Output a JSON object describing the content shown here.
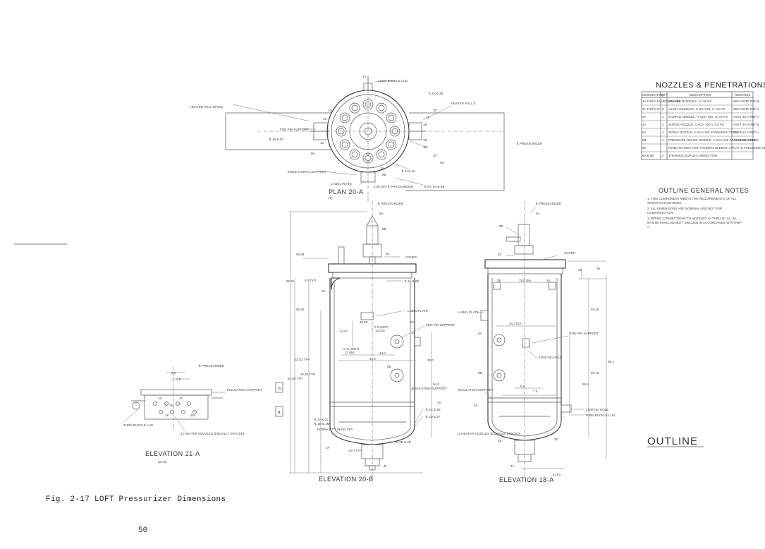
{
  "caption": "Fig. 2-17 LOFT Pressurizer Dimensions",
  "page_number": "50",
  "plan_view": {
    "title": "PLAN 20-A",
    "sub": "(2)",
    "labels": {
      "turn_buckle_lug": "TURN BUCKLE LUG",
      "heater_pull_space_left": "HEATER PULL SPACE",
      "heater_pull_space_right": "HEATER PULL S",
      "fan_pin_support": "FON PIN SUPPORT",
      "insulation_support": "INSULATIONAL SUPPORT",
      "label_plate": "LABEL PLATE",
      "cl_pressurizer": "℄ PRESSURIZER",
      "cl_24": "℄ 2A & 2B",
      "cl_26": "℄ 26 & 2F",
      "cl_21": "℄ 2I & 1H",
      "cl_5a": "℄ 5A, 6A & 6B",
      "off_pressurizer": "2.00 OFF ℄ PRESSURIZER",
      "deg_30a": "30°",
      "deg_30b": "30°",
      "deg_45": "45°",
      "n15": "1S",
      "n1g": "1G",
      "n1c": "1C",
      "n1k": "1K",
      "n1m": "1M",
      "n1d": "1D",
      "n1e": "1E",
      "n1f": "1F",
      "n1b": "1B",
      "n5b": "5B",
      "n5a": "5A"
    }
  },
  "nozzle_table": {
    "title": "NOZZLES & PENETRATIONS",
    "headers": [
      "DESIGNATION",
      "QTY",
      "DESCRIPTION",
      "REMARKS"
    ],
    "rows": [
      [
        "1A THRU 1K / 1 THRU 1M",
        "12",
        "HEATER NOZZLES, ¾ CS-PS",
        "SEE NOTE REF B"
      ],
      [
        "2A THRU 2F",
        "6",
        "LEVEL NOZZLES, ¾ SCH 80, ¾ CS PS",
        "SEE NOTE REF A"
      ],
      [
        "3A",
        "1",
        "SAMPLE NOZZLE, ½ SCH 160, ¾ CS PS",
        "ASST 3D A REF A"
      ],
      [
        "4A",
        "1",
        "SURGE NOZZLE, 3 SCH 160 ¾ CS PS",
        "ASST 4A A REF B"
      ],
      [
        "5A",
        "1",
        "SPRAY NOZZLE, 2 SCH 160 STAINLESS STEEL",
        "ASST 5A A REF A"
      ],
      [
        "5B",
        "1",
        "PRESSURE RELIEF NOZZLE, 2 SCH 160 STAINLESS STEEL",
        "ASST 5B A REF A"
      ],
      [
        "5C",
        "",
        "PENETRATION FOR THERMAL SLEEVE, SPRAY & PRESSURE RELIEF NOZZLE",
        ""
      ],
      [
        "6A & 6B",
        "2",
        "THERMOCOUPLE CONNECTION",
        ""
      ]
    ]
  },
  "general_notes": {
    "title": "OUTLINE GENERAL NOTES",
    "items": [
      "1. THIS COMPONENT MEETS THE REQUIREMENTS OF ALL SPECIFICATION 00044.",
      "2. ALL DIMENSIONS ARE NOMINAL AND NOT FOR CONSTRUCTION.",
      "3. PIPING CONNECTIONS TO NOZZLES 2A THRU 2F, 3A, 4A, 5A & 5B SHALL BE BUTT WELDED IN ACCORDANCE WITH REF A."
    ]
  },
  "outline_title": "OUTLINE",
  "elevation_20b": {
    "title": "ELEVATION 20-B",
    "labels": {
      "cl_pressurizer": "℄ PRESSURIZER",
      "n5a": "5A",
      "n5b": "5B",
      "n5c": "5C",
      "cover": "COVER",
      "cl_2a": "℄ 2A & 2B",
      "label_plate": "LABEL PLATE",
      "n6a": "6A",
      "fan_pin_support": "FON PIN SUPPORT",
      "cg_dry": "C.G.(DRY)",
      "cg_dry_v": "12.616",
      "cg_wet": "C.G.(WET)",
      "cg_wet_v": "17.654",
      "n6b": "6B",
      "insulation_support": "INSULATION SUPPORT",
      "n3a": "3A",
      "cl_2c": "℄ 2C & 2E",
      "cl_2d": "℄ 2D & 2F",
      "cl_1a": "℄ 1A & 1L",
      "cl_1b": "℄ 1B & 1M",
      "normal_to_head": "NORMAL TO HEAD TYP",
      "n2f": "2F",
      "cl_2d2": "℄ 2D & 2E",
      "n4a": "4A",
      "d_9509": "90.09",
      "d_5631": "56.31",
      "d_6ftyp": "6.0 TYP",
      "d_2c": "2C",
      "d_5525": "55.25",
      "d_3459": "34.59",
      "d_3457": "34.57",
      "d_48": "48",
      "d_340": "34.0",
      "d_490": "49.0",
      "d_300": "30.0",
      "d_3252": "32.52 TYP",
      "d_3292": "32.92 TYP",
      "d_6450": "64.50 TYP",
      "d_54_4": "54.4",
      "d_140": "14.0 TYP",
      "d_21": "21",
      "d_a": "A"
    }
  },
  "elevation_18a": {
    "title": "ELEVATION 18-A",
    "labels": {
      "cl_pressurizer": "℄ PRESSURIZER",
      "n5a": "5A",
      "n5b": "5B",
      "n5c": "5C",
      "cover": "COVER",
      "n2b": "2B",
      "dia_780": "78.0 DIA",
      "n2a": "2A",
      "label_plate": "LABEL PLATE",
      "dia_34": "34.3 DIA",
      "n6a": "6A",
      "fan_pin_support": "FON PIN SUPPORT",
      "dia_hole": "2.005 DIA HOLE",
      "n6b": "6B",
      "insulation_support": "INSULATION SUPPORT",
      "n3a": "3A",
      "heater_nozzles": "12 HEATER NOZZLES (EQUALLY SPACED)",
      "n2e": "2E",
      "n2d": "2D",
      "n4a": "4A",
      "dia_hole2": "1.005 DIA HOLE",
      "turn_buckle_lug": "TURN BUCKLE LUG",
      "d_33": "33",
      "d_35": "35",
      "d_5525": "55.25",
      "d_3372": "33.72",
      "d_265": "26.5",
      "d_60": "6.0",
      "d_75": "7.5",
      "d_2481": "24.81",
      "d_85": "85.1"
    }
  },
  "elevation_21a": {
    "title": "ELEVATION 21-A",
    "sub": "(21-B)",
    "labels": {
      "cl_pressurizer": "℄ PRESSURIZER",
      "d_50": "5.0",
      "d_75": "7.5",
      "insulation_support": "INSULATION SUPPORT",
      "turn_buckle_lug": "TURN BUCKLE LUG",
      "heater_nozzles": "12 HEATER NOZZLES (EQUALLY SPACED)",
      "n1g": "1G",
      "n1f": "1F",
      "n1h": "1H",
      "n1k": "1K",
      "n1m": "1M"
    }
  }
}
